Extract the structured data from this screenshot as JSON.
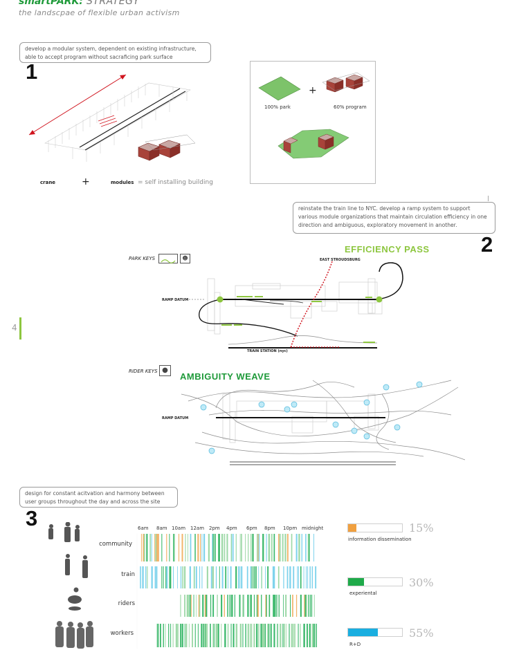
{
  "header": {
    "title_green": "smartPARK:",
    "title_rest": " STRATEGY",
    "subtitle": "the landscpae of flexible urban activism"
  },
  "page_number": "4",
  "section1": {
    "number": "1",
    "callout": "develop a modular system, dependent on existing infrastructure, able to accept program without sacraficing park surface",
    "crane_label": "crane",
    "plus": "+",
    "modules_label": "modules",
    "result_label": "= self installing building",
    "inset": {
      "park_label": "100% park",
      "program_label": "60% program",
      "plus": "+"
    }
  },
  "section2": {
    "number": "2",
    "callout": "reinstate the train line to NYC.  develop a ramp system to support various module organizations that maintain circulation efficiency in one direction and ambiguous, exploratory movement in another.",
    "park_keys": "PARK KEYS",
    "efficiency_title": "EFFICIENCY PASS",
    "east_stroudsburg": "EAST STROUDSBURG",
    "ramp_datum": "RAMP DATUM",
    "train_station": "TRAIN STATION (nyc)",
    "rider_keys": "RIDER KEYS",
    "ambiguity_title": "AMBIGUITY WEAVE",
    "ramp_datum_2": "RAMP DATUM"
  },
  "section3": {
    "number": "3",
    "callout": "design for constant acitvation and harmony between user groups throughout the day and across the site",
    "times": [
      "6am",
      "8am",
      "10am",
      "12am",
      "2pm",
      "4pm",
      "6pm",
      "8pm",
      "10pm",
      "midnight"
    ],
    "rows": [
      "community",
      "train",
      "riders",
      "workers"
    ],
    "legend": [
      {
        "label": "information dissemination",
        "percent": "15%",
        "color": "#f0a040",
        "fraction": 0.15
      },
      {
        "label": "experiental",
        "percent": "30%",
        "color": "#1faa4a",
        "fraction": 0.3
      },
      {
        "label": "R+D",
        "percent": "55%",
        "color": "#1aaee0",
        "fraction": 0.55
      }
    ]
  },
  "colors": {
    "accent_green": "#8dc63f",
    "dark_green": "#1f9a3a",
    "train_blue": "#7fd3ec",
    "orange": "#f0a040",
    "red": "#d0141e"
  }
}
